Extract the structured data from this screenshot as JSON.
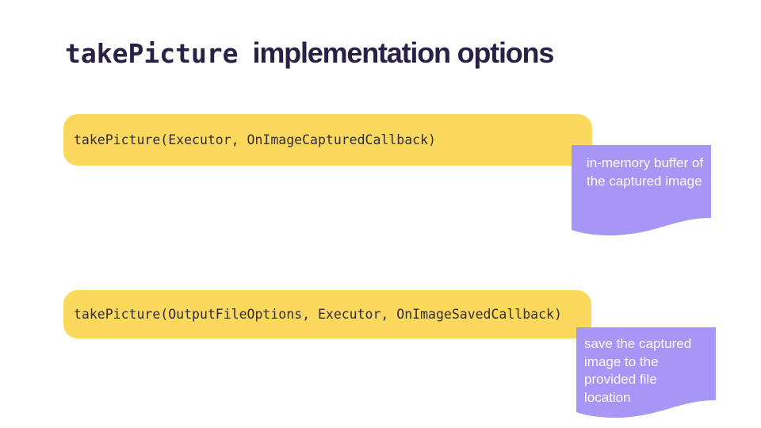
{
  "slide": {
    "title": {
      "code": "takePicture",
      "text": "implementation options"
    },
    "options": [
      {
        "code": "takePicture(Executor, OnImageCapturedCallback)",
        "note": "in-memory buffer of\nthe captured image"
      },
      {
        "code": "takePicture(OutputFileOptions, Executor, OnImageSavedCallback)",
        "note": "save the captured\nimage to the\nprovided file\nlocation"
      }
    ],
    "colors": {
      "background": "#ffffff",
      "yellow": "#fbd95c",
      "purple": "#a796f6",
      "title": "#2a2045",
      "code_text": "#322c3a",
      "note_text": "#fdf9f7"
    }
  }
}
